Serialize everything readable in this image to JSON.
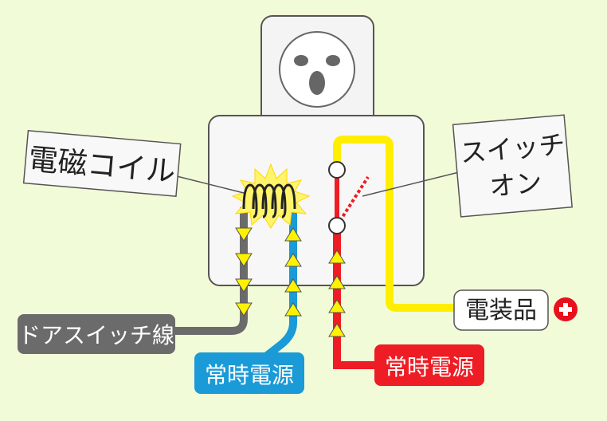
{
  "labels": {
    "coil": "電磁コイル",
    "switch_line1": "スイッチ",
    "switch_line2": "オン",
    "accessory": "電装品",
    "door_switch": "ドアスイッチ線",
    "constant_power_blue": "常時電源",
    "constant_power_red": "常時電源"
  },
  "colors": {
    "background": "#f2fbd8",
    "gray_wire": "#6b6b6b",
    "blue_wire": "#1a9ad6",
    "red_wire": "#ee1c24",
    "yellow_wire": "#ffee00",
    "arrow_fill": "#fff200",
    "plus_icon": "#e8101c"
  }
}
